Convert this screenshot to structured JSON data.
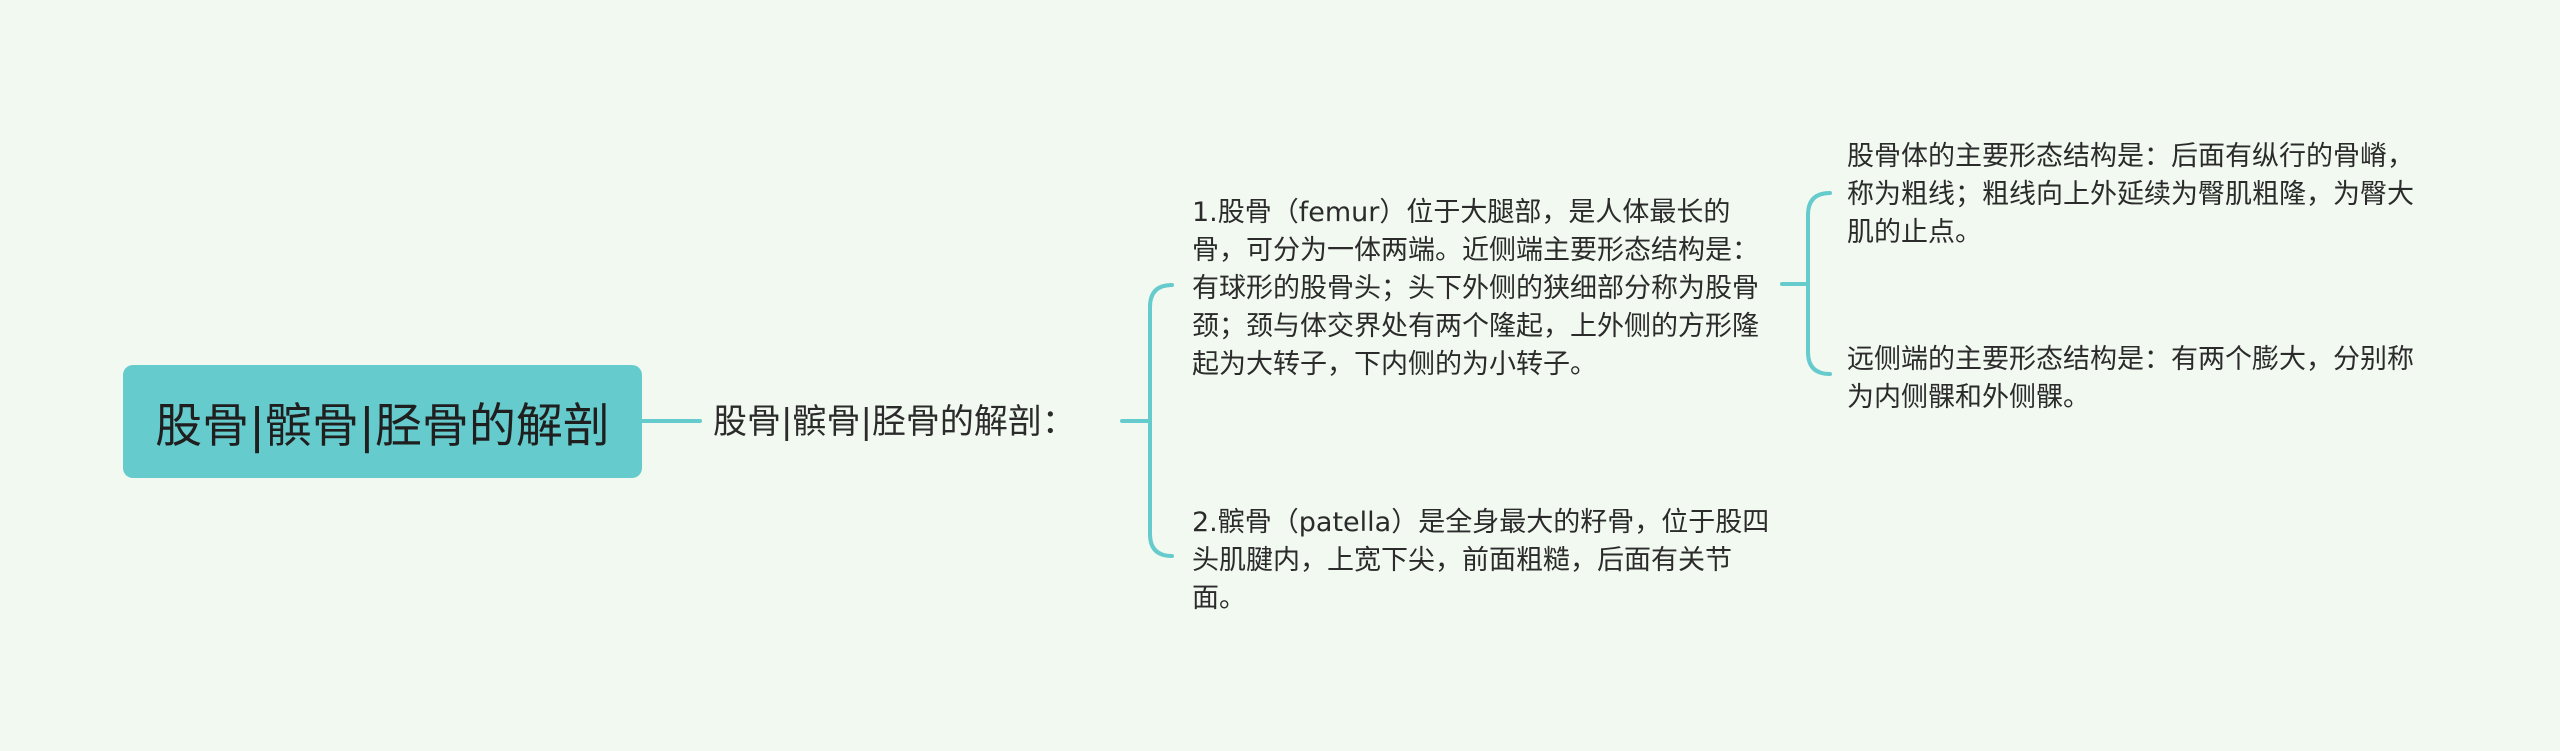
{
  "mindmap": {
    "root": {
      "label": "股骨|髌骨|胫骨的解剖"
    },
    "subtopic": {
      "label": "股骨|髌骨|胫骨的解剖："
    },
    "femur": {
      "text": "1.股骨（femur）位于大腿部，是人体最长的骨，可分为一体两端。近侧端主要形态结构是：有球形的股骨头；头下外侧的狭细部分称为股骨颈；颈与体交界处有两个隆起，上外侧的方形隆起为大转子，下内侧的为小转子。"
    },
    "patella": {
      "text": "2.髌骨（patella）是全身最大的籽骨，位于股四头肌腱内，上宽下尖，前面粗糙，后面有关节面。"
    },
    "femur_shaft": {
      "text": "股骨体的主要形态结构是：后面有纵行的骨嵴，称为粗线；粗线向上外延续为臀肌粗隆，为臀大肌的止点。"
    },
    "femur_distal": {
      "text": "远侧端的主要形态结构是：有两个膨大，分别称为内侧髁和外侧髁。"
    }
  },
  "colors": {
    "background": "#f2f9f1",
    "root_fill": "#66cbcc",
    "connector": "#66cbcc"
  }
}
